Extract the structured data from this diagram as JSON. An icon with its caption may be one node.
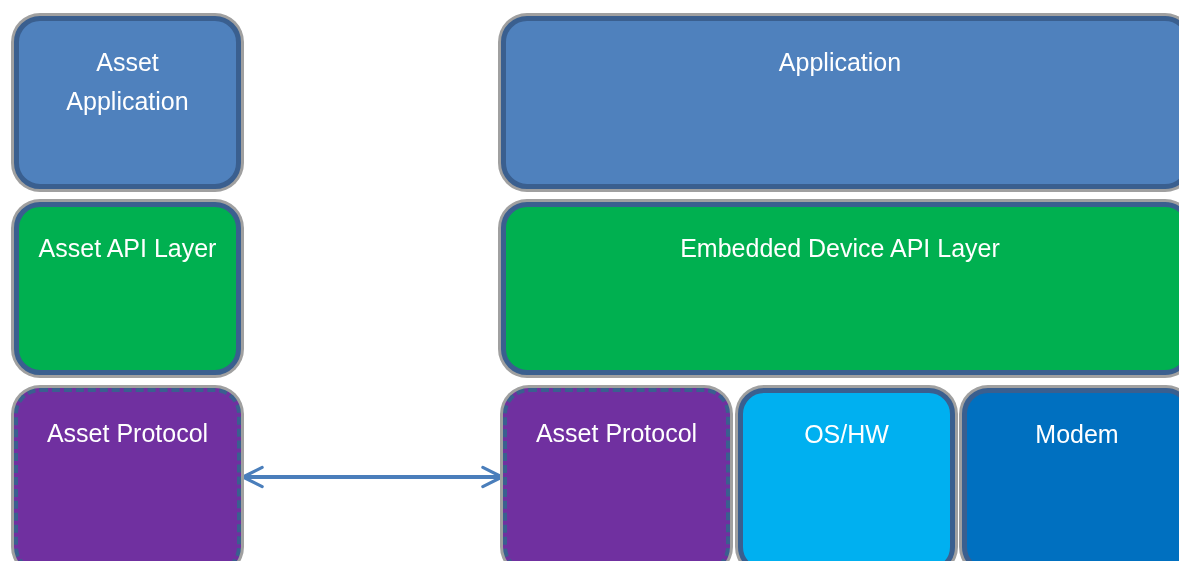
{
  "diagram": {
    "nodes": [
      {
        "text": [
          "Asset Application"
        ]
      },
      {
        "text": [
          "Application"
        ]
      },
      {
        "text": [
          "Asset API Layer"
        ]
      },
      {
        "text": [
          "Embedded Device API Layer"
        ]
      },
      {
        "text": [
          "Asset Protocol"
        ]
      },
      {
        "text": [
          "Asset Protocol"
        ]
      },
      {
        "text": [
          "OS/HW"
        ]
      },
      {
        "text": [
          "Modem"
        ]
      }
    ],
    "edges": [
      {
        "from": 4,
        "to": 5,
        "arrow": "both"
      }
    ]
  }
}
